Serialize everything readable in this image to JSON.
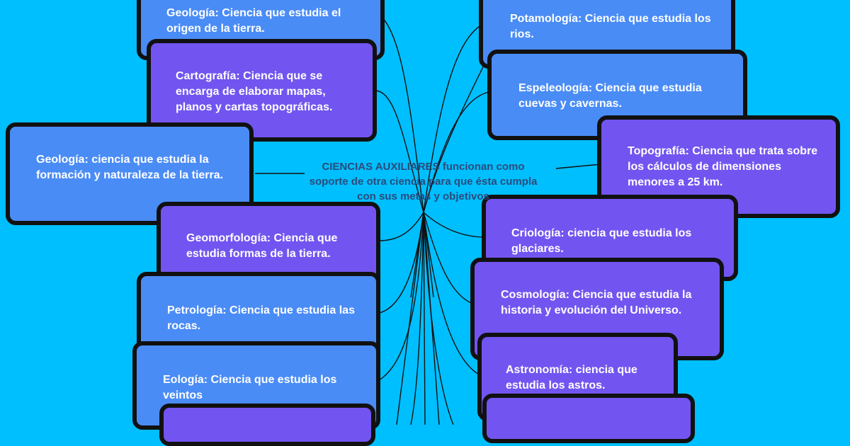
{
  "colors": {
    "background": "#00bfff",
    "node_fill_blue": "#4a8cf6",
    "node_fill_purple": "#7255f0",
    "node_border": "#111111",
    "connector": "#111111",
    "node_text": "#ffffff",
    "center_text": "#2c4a7a"
  },
  "center": {
    "text": "CIENCIAS AUXILIARES  funcionan como soporte de otra ciencia para que ésta cumpla con sus metas y objetivos"
  },
  "nodes": {
    "geologia_origen": "Geología: Ciencia que estudia el origen de la tierra.",
    "cartografia": "Cartografía: Ciencia que se encarga de elaborar mapas, planos y cartas topográficas.",
    "geologia_formacion": "Geología: ciencia que estudia la formación y naturaleza de la tierra.",
    "geomorfologia": "Geomorfología: Ciencia que estudia formas de la tierra.",
    "petrologia": "Petrología: Ciencia que estudia las rocas.",
    "eologia": "Eología: Ciencia que estudia los veintos",
    "potamologia": "Potamología: Ciencia que estudia los rios.",
    "espeleologia": "Espeleología: Ciencia que estudia cuevas y cavernas.",
    "topografia": "Topografía: Ciencia que trata sobre los cálculos de dimensiones menores a 25 km.",
    "criologia": "Criología: ciencia que estudia los glaciares.",
    "cosmologia": "Cosmología: Ciencia que estudia la historia y evolución del Universo.",
    "astronomia": "Astronomía: ciencia que estudia los astros."
  }
}
